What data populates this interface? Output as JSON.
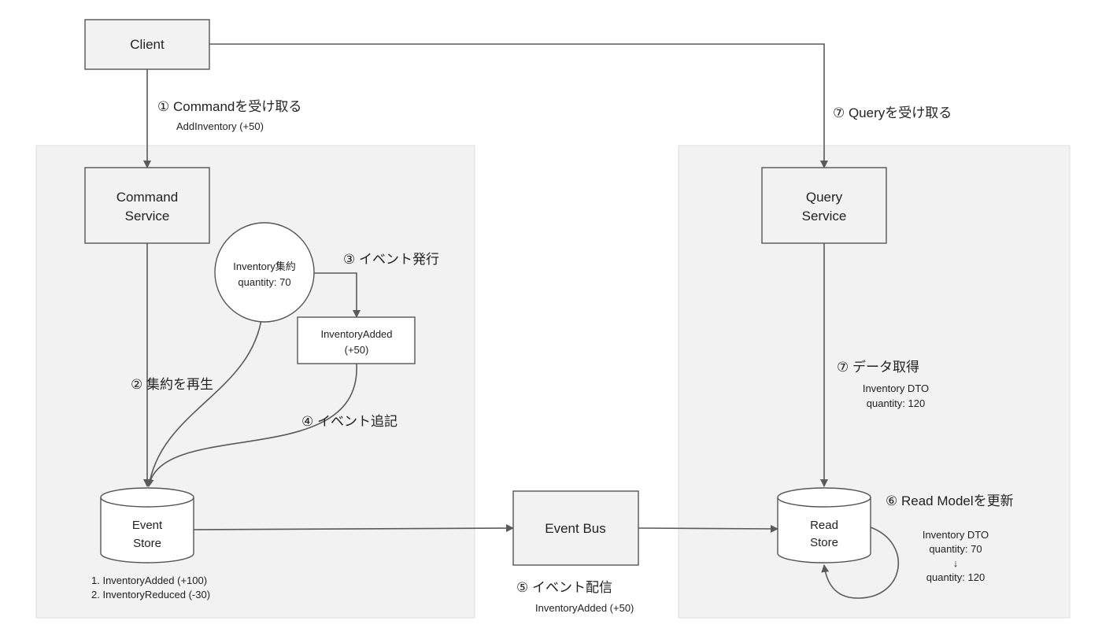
{
  "nodes": {
    "client": "Client",
    "command_service": [
      "Command",
      "Service"
    ],
    "query_service": [
      "Query",
      "Service"
    ],
    "aggregate": [
      "Inventory集約",
      "quantity: 70"
    ],
    "inventory_added_event": [
      "InventoryAdded",
      "(+50)"
    ],
    "event_store": [
      "Event",
      "Store"
    ],
    "event_bus": "Event Bus",
    "read_store": [
      "Read",
      "Store"
    ]
  },
  "labels": {
    "step1": "① Commandを受け取る",
    "step1_sub": "AddInventory (+50)",
    "step2": "② 集約を再生",
    "step3": "③ イベント発行",
    "step4": "④ イベント追記",
    "step5": "⑤ イベント配信",
    "step5_sub": "InventoryAdded (+50)",
    "step6": "⑥ Read Modelを更新",
    "step6_sub": [
      "Inventory DTO",
      "quantity: 70",
      "↓",
      "quantity: 120"
    ],
    "step7_query": "⑦ Queryを受け取る",
    "step7_data": "⑦ データ取得",
    "step7_data_sub": [
      "Inventory DTO",
      "quantity: 120"
    ],
    "event_store_list": [
      "1. InventoryAdded (+100)",
      "2. InventoryReduced (-30)"
    ]
  }
}
